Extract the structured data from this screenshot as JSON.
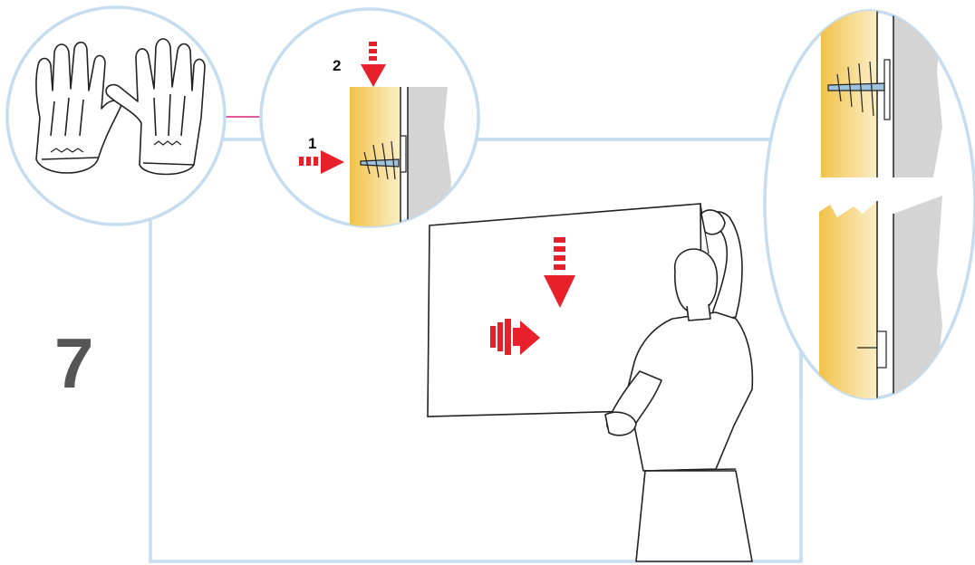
{
  "step": {
    "number": "7"
  },
  "callouts": {
    "arrow_1": "1",
    "arrow_2": "2"
  },
  "colors": {
    "frame": "#c5ddef",
    "arrow": "#e8202a",
    "wood_light": "#fbeec8",
    "wood_dark": "#f2c34a",
    "wall": "#d4d4d4",
    "accent_line": "#d8237a",
    "step_text": "#555555"
  },
  "icons": {
    "gloves": "gloves-icon",
    "screw_anchor": "wall-anchor-icon",
    "push_arrow": "arrow-right-icon",
    "down_arrow": "arrow-down-icon"
  }
}
